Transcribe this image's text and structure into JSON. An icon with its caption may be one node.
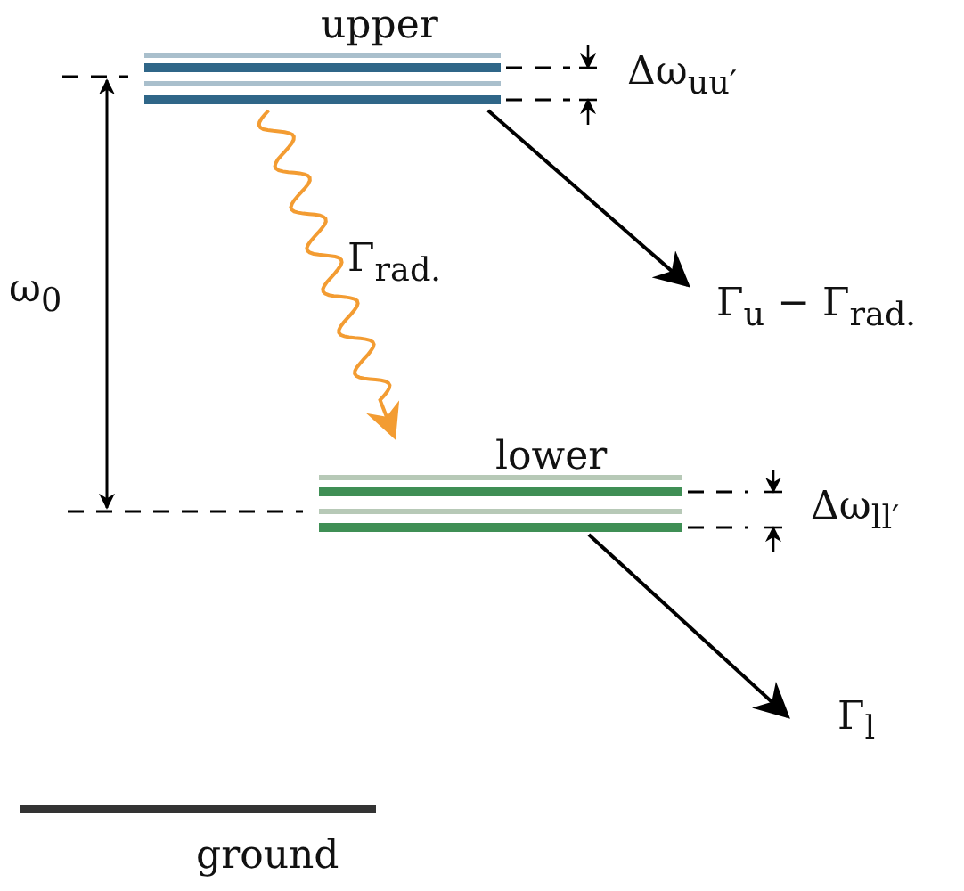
{
  "diagram": {
    "nodes": [
      {
        "text": [
          "upper"
        ]
      },
      {
        "text": [
          "lower"
        ]
      },
      {
        "text": [
          "ground"
        ]
      }
    ],
    "edges": [
      {
        "from": 0,
        "to": 1,
        "arrow": "to",
        "label": "Γ$_{rad.}$",
        "color": "#f39c32"
      },
      {
        "from": 0,
        "to": null,
        "arrow": "to",
        "label": "Γ$_{u}$ − Γ$_{rad.}$"
      },
      {
        "from": 1,
        "to": null,
        "arrow": "to",
        "label": "Γ$_{l}$"
      }
    ],
    "labels": [
      "ω$_{0}$",
      "Δω$_{uu′}$",
      "Δω$_{ll′}$"
    ]
  }
}
